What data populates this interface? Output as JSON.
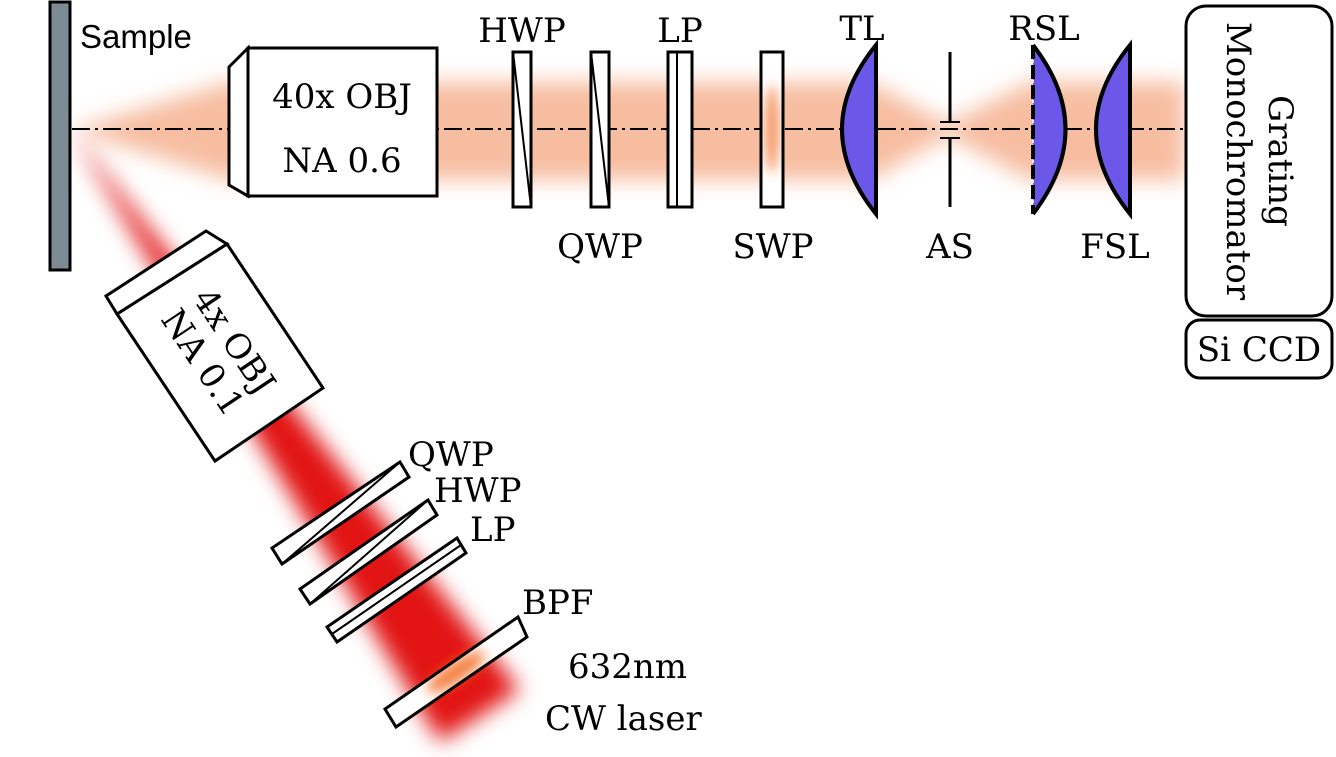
{
  "labels": {
    "sample": "Sample",
    "obj40_line1": "40x OBJ",
    "obj40_line2": "NA 0.6",
    "hwp_top": "HWP",
    "qwp_top": "QWP",
    "lp_top": "LP",
    "swp": "SWP",
    "tl": "TL",
    "as": "AS",
    "rsl": "RSL",
    "fsl": "FSL",
    "mono_line1": "Grating",
    "mono_line2": "Monochromator",
    "ccd": "Si CCD",
    "obj4_line1": "4x OBJ",
    "obj4_line2": "NA 0.1",
    "qwp_bottom": "QWP",
    "hwp_bottom": "HWP",
    "lp_bottom": "LP",
    "bpf": "BPF",
    "laser_line1": "632nm",
    "laser_line2": "CW laser"
  },
  "colors": {
    "collection_beam": "#f6b190",
    "excitation_beam": "#e00000",
    "lens_fill": "#6b57e8",
    "sample_fill": "#7d8b95",
    "filter_glow": "#f26a20"
  }
}
